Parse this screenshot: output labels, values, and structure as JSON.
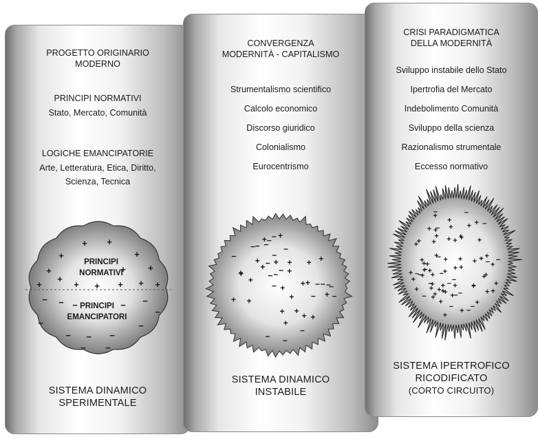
{
  "panels": [
    {
      "heading": [
        "PROGETTO ORIGINARIO",
        "MODERNO"
      ],
      "section1_title": "PRINCIPI NORMATIVI",
      "section1_text": "Stato, Mercato, Comunità",
      "section2_title": "LOGICHE EMANCIPATORIE",
      "section2_text": [
        "Arte, Letteratura, Etica, Diritto,",
        "Scienza, Tecnica"
      ],
      "sphere_top_label": [
        "PRINCIPI",
        "NORMATIVI"
      ],
      "sphere_bottom_label": [
        "PRINCIPI",
        "EMANCIPATORI"
      ],
      "footer": [
        "SISTEMA DINAMICO",
        "SPERIMENTALE"
      ]
    },
    {
      "heading": [
        "CONVERGENZA",
        "MODERNITÀ - CAPITALISMO"
      ],
      "items": [
        "Strumentalismo scientifico",
        "Calcolo economico",
        "Discorso giuridico",
        "Colonialismo",
        "Eurocentrismo"
      ],
      "footer": [
        "SISTEMA DINAMICO",
        "INSTABILE"
      ]
    },
    {
      "heading": [
        "CRISI PARADIGMATICA",
        "DELLA MODERNITÀ"
      ],
      "items": [
        "Sviluppo instabile dello Stato",
        "Ipertrofia del Mercato",
        "Indebolimento Comunità",
        "Sviluppo della scienza",
        "Razionalismo strumentale",
        "Eccesso normativo"
      ],
      "footer": [
        "SISTEMA IPERTROFICO",
        "RICODIFICATO",
        "(CORTO CIRCUITO)"
      ]
    }
  ],
  "symbols": {
    "plus": "+",
    "minus": "−"
  }
}
